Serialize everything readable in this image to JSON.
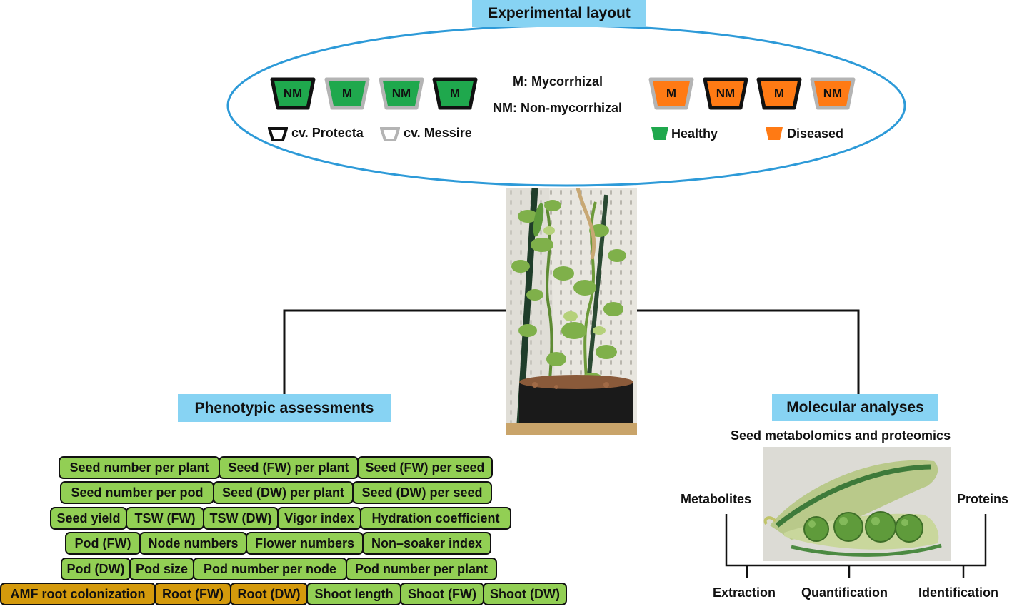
{
  "header": {
    "title": "Experimental layout"
  },
  "layout_box": {
    "pots_left": [
      {
        "label": "NM",
        "fill": "#1fa84d",
        "rim": "#111111"
      },
      {
        "label": "M",
        "fill": "#1fa84d",
        "rim": "#b4b4b4"
      },
      {
        "label": "NM",
        "fill": "#1fa84d",
        "rim": "#b4b4b4"
      },
      {
        "label": "M",
        "fill": "#1fa84d",
        "rim": "#111111"
      }
    ],
    "pots_right": [
      {
        "label": "M",
        "fill": "#ff7a14",
        "rim": "#b4b4b4"
      },
      {
        "label": "NM",
        "fill": "#ff7a14",
        "rim": "#111111"
      },
      {
        "label": "M",
        "fill": "#ff7a14",
        "rim": "#111111"
      },
      {
        "label": "NM",
        "fill": "#ff7a14",
        "rim": "#b4b4b4"
      }
    ],
    "abbrev_m": "M: Mycorrhizal",
    "abbrev_nm": "NM: Non-mycorrhizal",
    "legend": {
      "protecta": "cv. Protecta",
      "messire": "cv. Messire",
      "healthy": "Healthy",
      "diseased": "Diseased"
    }
  },
  "phenotypic": {
    "title": "Phenotypic assessments",
    "rows": [
      [
        "Seed number per plant",
        "Seed (FW) per plant",
        "Seed (FW) per seed"
      ],
      [
        "Seed number per pod",
        "Seed (DW) per plant",
        "Seed (DW) per seed"
      ],
      [
        "Seed yield",
        "TSW (FW)",
        "TSW (DW)",
        "Vigor index",
        "Hydration coefficient"
      ],
      [
        "Pod (FW)",
        "Node numbers",
        "Flower numbers",
        "Non–soaker index"
      ],
      [
        "Pod (DW)",
        "Pod size",
        "Pod number per node",
        "Pod number per plant"
      ],
      [
        "AMF root colonization",
        "Root (FW)",
        "Root (DW)",
        "Shoot length",
        "Shoot (FW)",
        "Shoot (DW)"
      ]
    ]
  },
  "molecular": {
    "title": "Molecular analyses",
    "subtitle": "Seed metabolomics and proteomics",
    "metabolites": "Metabolites",
    "proteins": "Proteins",
    "steps": [
      "Extraction",
      "Quantification",
      "Identification"
    ]
  },
  "colors": {
    "accent_blue": "#87d3f3",
    "ellipse_stroke": "#2d9ad8",
    "healthy_green": "#1fa84d",
    "diseased_orange": "#ff7a14",
    "brick_green": "#92cf54",
    "brick_orange": "#d49a0c"
  }
}
